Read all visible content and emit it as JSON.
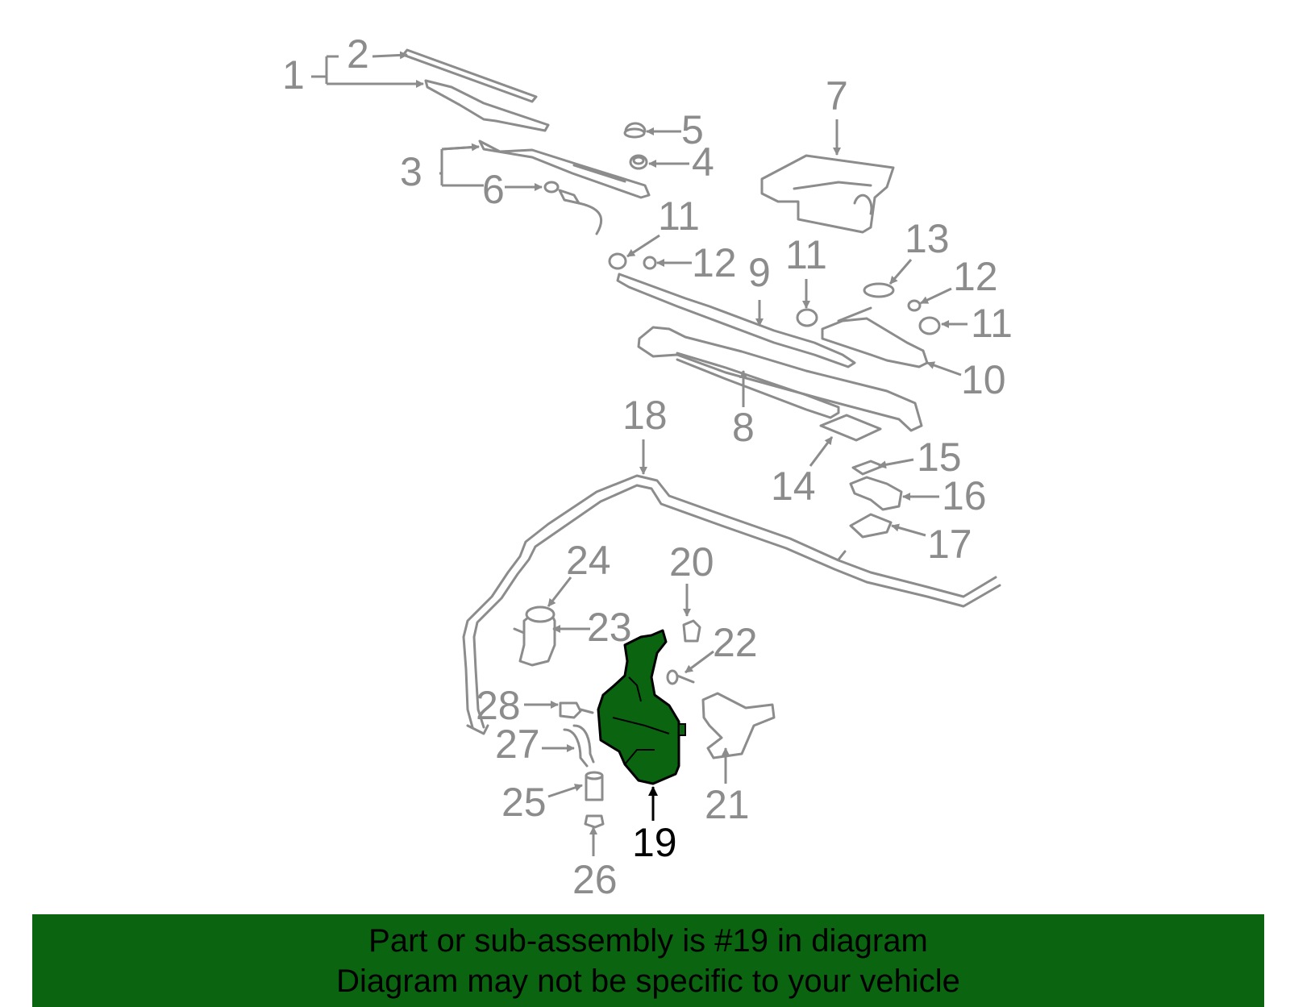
{
  "diagram": {
    "highlight_color": "#0b6410",
    "labels": {
      "l1": "1",
      "l2": "2",
      "l3": "3",
      "l4": "4",
      "l5": "5",
      "l6": "6",
      "l7": "7",
      "l8": "8",
      "l9": "9",
      "l10": "10",
      "l11a": "11",
      "l11b": "11",
      "l11c": "11",
      "l12a": "12",
      "l12b": "12",
      "l13": "13",
      "l14": "14",
      "l15": "15",
      "l16": "16",
      "l17": "17",
      "l18": "18",
      "l19": "19",
      "l20": "20",
      "l21": "21",
      "l22": "22",
      "l23": "23",
      "l24": "24",
      "l25": "25",
      "l26": "26",
      "l27": "27",
      "l28": "28"
    }
  },
  "banner": {
    "line1": "Part or sub-assembly is #19 in diagram",
    "line2": "Diagram may not be specific to your vehicle",
    "background": "#0b6410"
  }
}
